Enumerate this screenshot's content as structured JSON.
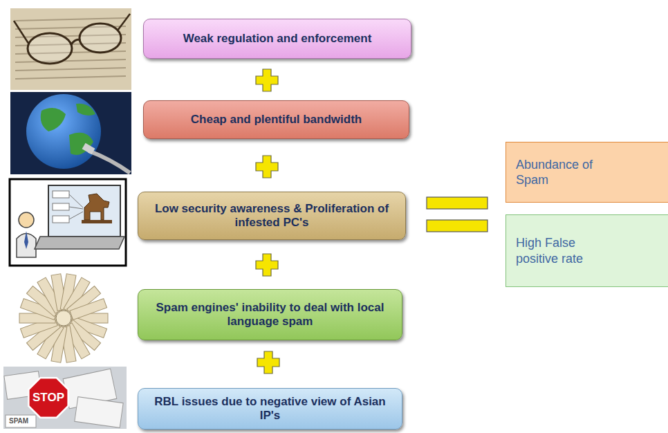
{
  "diagram": {
    "nodes": [
      {
        "text": [
          "Weak regulation and enforcement"
        ]
      },
      {
        "text": [
          "Cheap and plentiful bandwidth"
        ]
      },
      {
        "text": [
          "Low security awareness & Proliferation of infested PC's"
        ]
      },
      {
        "text": [
          "Spam engines' inability to deal with local language spam"
        ]
      },
      {
        "text": [
          "RBL issues due to negative view of Asian IP's"
        ]
      },
      {
        "text": [
          "Abundance of Spam"
        ]
      },
      {
        "text": [
          "High False positive rate"
        ]
      }
    ],
    "labels": [
      "STOP",
      "SPAM"
    ]
  }
}
